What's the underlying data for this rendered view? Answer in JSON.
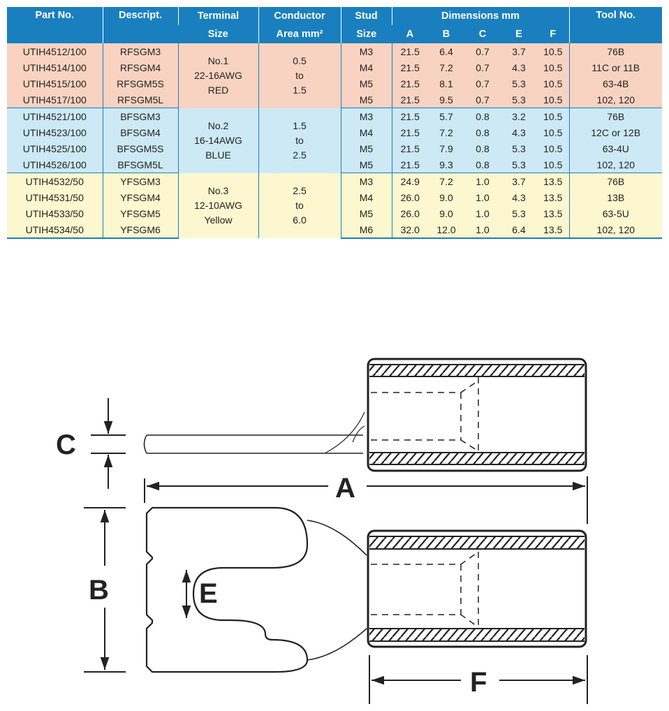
{
  "table": {
    "headers": {
      "part_no": "Part No.",
      "descript": "Descript.",
      "terminal_1": "Terminal",
      "terminal_2": "Size",
      "conductor_1": "Conductor",
      "conductor_2": "Area mm²",
      "stud_1": "Stud",
      "stud_2": "Size",
      "dimensions": "Dimensions mm",
      "dim_a": "A",
      "dim_b": "B",
      "dim_c": "C",
      "dim_e": "E",
      "dim_f": "F",
      "tool_no": "Tool No."
    },
    "groups": [
      {
        "color": "#f9d3c2",
        "terminal_size": [
          "No.1",
          "22-16AWG",
          "RED"
        ],
        "conductor_area": [
          "0.5",
          "to",
          "1.5"
        ],
        "rows": [
          {
            "part": "UTIH4512/100",
            "desc": "RFSGM3",
            "stud": "M3",
            "a": "21.5",
            "b": "6.4",
            "c": "0.7",
            "e": "3.7",
            "f": "10.5",
            "tool": "76B"
          },
          {
            "part": "UTIH4514/100",
            "desc": "RFSGM4",
            "stud": "M4",
            "a": "21.5",
            "b": "7.2",
            "c": "0.7",
            "e": "4.3",
            "f": "10.5",
            "tool": "11C or 11B"
          },
          {
            "part": "UTIH4515/100",
            "desc": "RFSGM5S",
            "stud": "M5",
            "a": "21.5",
            "b": "8.1",
            "c": "0.7",
            "e": "5.3",
            "f": "10.5",
            "tool": "63-4B"
          },
          {
            "part": "UTIH4517/100",
            "desc": "RFSGM5L",
            "stud": "M5",
            "a": "21.5",
            "b": "9.5",
            "c": "0.7",
            "e": "5.3",
            "f": "10.5",
            "tool": "102, 120"
          }
        ]
      },
      {
        "color": "#cde9f6",
        "terminal_size": [
          "No.2",
          "16-14AWG",
          "BLUE"
        ],
        "conductor_area": [
          "1.5",
          "to",
          "2.5"
        ],
        "rows": [
          {
            "part": "UTIH4521/100",
            "desc": "BFSGM3",
            "stud": "M3",
            "a": "21.5",
            "b": "5.7",
            "c": "0.8",
            "e": "3.2",
            "f": "10.5",
            "tool": "76B"
          },
          {
            "part": "UTIH4523/100",
            "desc": "BFSGM4",
            "stud": "M4",
            "a": "21.5",
            "b": "7.2",
            "c": "0.8",
            "e": "4.3",
            "f": "10.5",
            "tool": "12C or 12B"
          },
          {
            "part": "UTIH4525/100",
            "desc": "BFSGM5S",
            "stud": "M5",
            "a": "21.5",
            "b": "7.9",
            "c": "0.8",
            "e": "5.3",
            "f": "10.5",
            "tool": "63-4U"
          },
          {
            "part": "UTIH4526/100",
            "desc": "BFSGM5L",
            "stud": "M5",
            "a": "21.5",
            "b": "9.3",
            "c": "0.8",
            "e": "5.3",
            "f": "10.5",
            "tool": "102, 120"
          }
        ]
      },
      {
        "color": "#fdf7cf",
        "terminal_size": [
          "No.3",
          "12-10AWG",
          "Yellow"
        ],
        "conductor_area": [
          "2.5",
          "to",
          "6.0"
        ],
        "rows": [
          {
            "part": "UTIH4532/50",
            "desc": "YFSGM3",
            "stud": "M3",
            "a": "24.9",
            "b": "7.2",
            "c": "1.0",
            "e": "3.7",
            "f": "13.5",
            "tool": "76B"
          },
          {
            "part": "UTIH4531/50",
            "desc": "YFSGM4",
            "stud": "M4",
            "a": "26.0",
            "b": "9.0",
            "c": "1.0",
            "e": "4.3",
            "f": "13.5",
            "tool": "13B"
          },
          {
            "part": "UTIH4533/50",
            "desc": "YFSGM5",
            "stud": "M5",
            "a": "26.0",
            "b": "9.0",
            "c": "1.0",
            "e": "5.3",
            "f": "13.5",
            "tool": "63-5U"
          },
          {
            "part": "UTIH4534/50",
            "desc": "YFSGM6",
            "stud": "M6",
            "a": "32.0",
            "b": "12.0",
            "c": "1.0",
            "e": "6.4",
            "f": "13.5",
            "tool": "102, 120"
          }
        ]
      }
    ]
  },
  "drawing": {
    "label_a": "A",
    "label_b": "B",
    "label_c": "C",
    "label_e": "E",
    "label_f": "F"
  }
}
